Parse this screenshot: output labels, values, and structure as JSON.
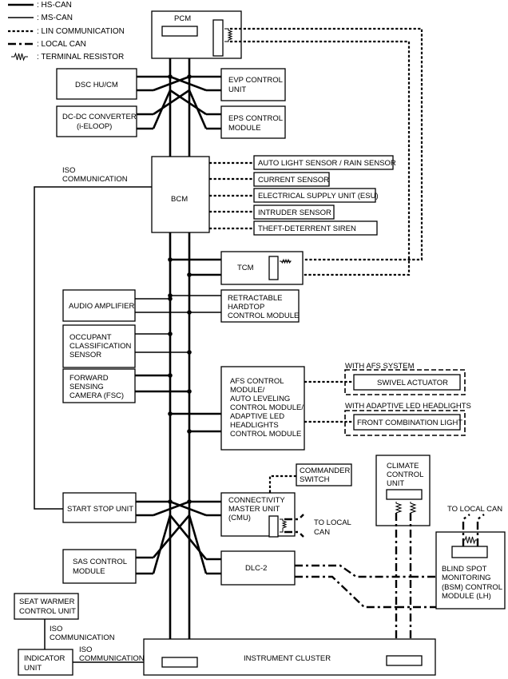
{
  "legend": {
    "hs_can": ": HS-CAN",
    "ms_can": ": MS-CAN",
    "lin": ": LIN COMMUNICATION",
    "local_can": ": LOCAL CAN",
    "terminal_resistor": ": TERMINAL RESISTOR"
  },
  "modules": {
    "pcm": "PCM",
    "dsc": "DSC HU/CM",
    "evp": [
      "EVP CONTROL",
      "UNIT"
    ],
    "dcdc": [
      "DC-DC CONVERTER",
      "(i-ELOOP)"
    ],
    "eps": [
      "EPS CONTROL",
      "MODULE"
    ],
    "bcm": "BCM",
    "auto_light": "AUTO LIGHT SENSOR / RAIN SENSOR",
    "current_sensor": "CURRENT SENSOR",
    "esu": "ELECTRICAL SUPPLY UNIT (ESU)",
    "intruder": "INTRUDER SENSOR",
    "siren": "THEFT-DETERRENT SIREN",
    "tcm": "TCM",
    "audio_amp": "AUDIO AMPLIFIER",
    "hardtop": [
      "RETRACTABLE",
      "HARDTOP",
      "CONTROL MODULE"
    ],
    "occupant": [
      "OCCUPANT",
      "CLASSIFICATION",
      "SENSOR"
    ],
    "fsc": [
      "FORWARD",
      "SENSING",
      "CAMERA (FSC)"
    ],
    "afs": [
      "AFS CONTROL",
      "MODULE/",
      "AUTO LEVELING",
      "CONTROL MODULE/",
      "ADAPTIVE LED",
      "HEADLIGHTS",
      "CONTROL MODULE"
    ],
    "with_afs": "WITH AFS SYSTEM",
    "swivel": "SWIVEL ACTUATOR",
    "with_adaptive": "WITH ADAPTIVE LED HEADLIGHTS",
    "front_comb": "FRONT COMBINATION LIGHT",
    "commander": [
      "COMMANDER",
      "SWITCH"
    ],
    "climate": [
      "CLIMATE",
      "CONTROL",
      "UNIT"
    ],
    "start_stop": "START STOP UNIT",
    "cmu": [
      "CONNECTIVITY",
      "MASTER UNIT",
      "(CMU)"
    ],
    "to_local_can_cmu": [
      "TO LOCAL",
      "CAN"
    ],
    "to_local_can_bsm": "TO LOCAL CAN",
    "sas": [
      "SAS CONTROL",
      "MODULE"
    ],
    "dlc2": "DLC-2",
    "bsm": [
      "BLIND SPOT",
      "MONITORING",
      "(BSM) CONTROL",
      "MODULE (LH)"
    ],
    "seat_warmer": [
      "SEAT WARMER",
      "CONTROL UNIT"
    ],
    "indicator": [
      "INDICATOR",
      "UNIT"
    ],
    "instrument_cluster": "INSTRUMENT CLUSTER"
  },
  "notes": {
    "iso_bcm": [
      "ISO",
      "COMMUNICATION"
    ],
    "iso_seat": [
      "ISO",
      "COMMUNICATION"
    ],
    "iso_indicator": [
      "ISO",
      "COMMUNICATION"
    ]
  }
}
